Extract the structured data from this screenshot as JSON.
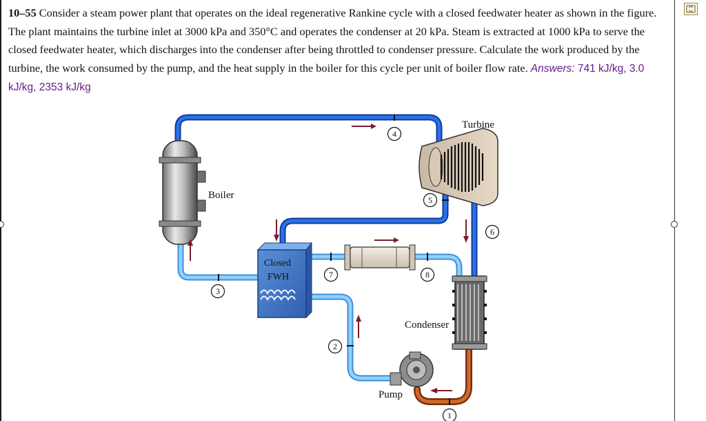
{
  "problem": {
    "number": "10–55",
    "text": "Consider a steam power plant that operates on the ideal regenerative Rankine cycle with a closed feedwater heater as shown in the figure. The plant maintains the turbine inlet at 3000 kPa and 350°C and operates the condenser at 20 kPa. Steam is extracted at 1000 kPa to serve the closed feedwater heater, which discharges into the condenser after being throttled to condenser pressure. Calculate the work produced by the turbine, the work consumed by the pump, and the heat supply in the boiler for this cycle per unit of boiler flow rate.",
    "answers_label": "Answers:",
    "answers_values": "741 kJ/kg, 3.0 kJ/kg, 2353 kJ/kg",
    "answer_color": "#6a1a8a"
  },
  "figure": {
    "labels": {
      "turbine": "Turbine",
      "boiler": "Boiler",
      "fwh_line1": "Closed",
      "fwh_line2": "FWH",
      "condenser": "Condenser",
      "pump": "Pump"
    },
    "states": [
      "1",
      "2",
      "3",
      "4",
      "5",
      "6",
      "7",
      "8"
    ],
    "colors": {
      "steam_pipe": "#1f63d8",
      "water_pipe": "#6eb8f0",
      "condensate_pipe": "#b6531f",
      "arrow": "#7a1d2e"
    }
  }
}
